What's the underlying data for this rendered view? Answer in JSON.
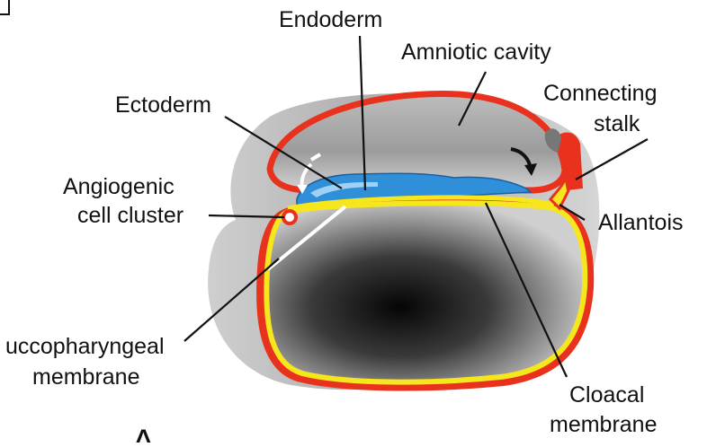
{
  "labels": {
    "endoderm": "Endoderm",
    "amniotic_cavity": "Amniotic cavity",
    "connecting_stalk_1": "Connecting",
    "connecting_stalk_2": "stalk",
    "ectoderm": "Ectoderm",
    "angiogenic_1": "Angiogenic",
    "angiogenic_2": "cell cluster",
    "allantois": "Allantois",
    "buccopharyngeal_1": "uccopharyngeal",
    "buccopharyngeal_2": "membrane",
    "cloacal_1": "Cloacal",
    "cloacal_2": "membrane",
    "panel_letter": "A"
  },
  "colors": {
    "mesoderm_red": "#e8321e",
    "yolk_yellow": "#f5e61e",
    "ectoderm_blue": "#2f8fd8",
    "outer_gray": "#b9b9b9"
  }
}
